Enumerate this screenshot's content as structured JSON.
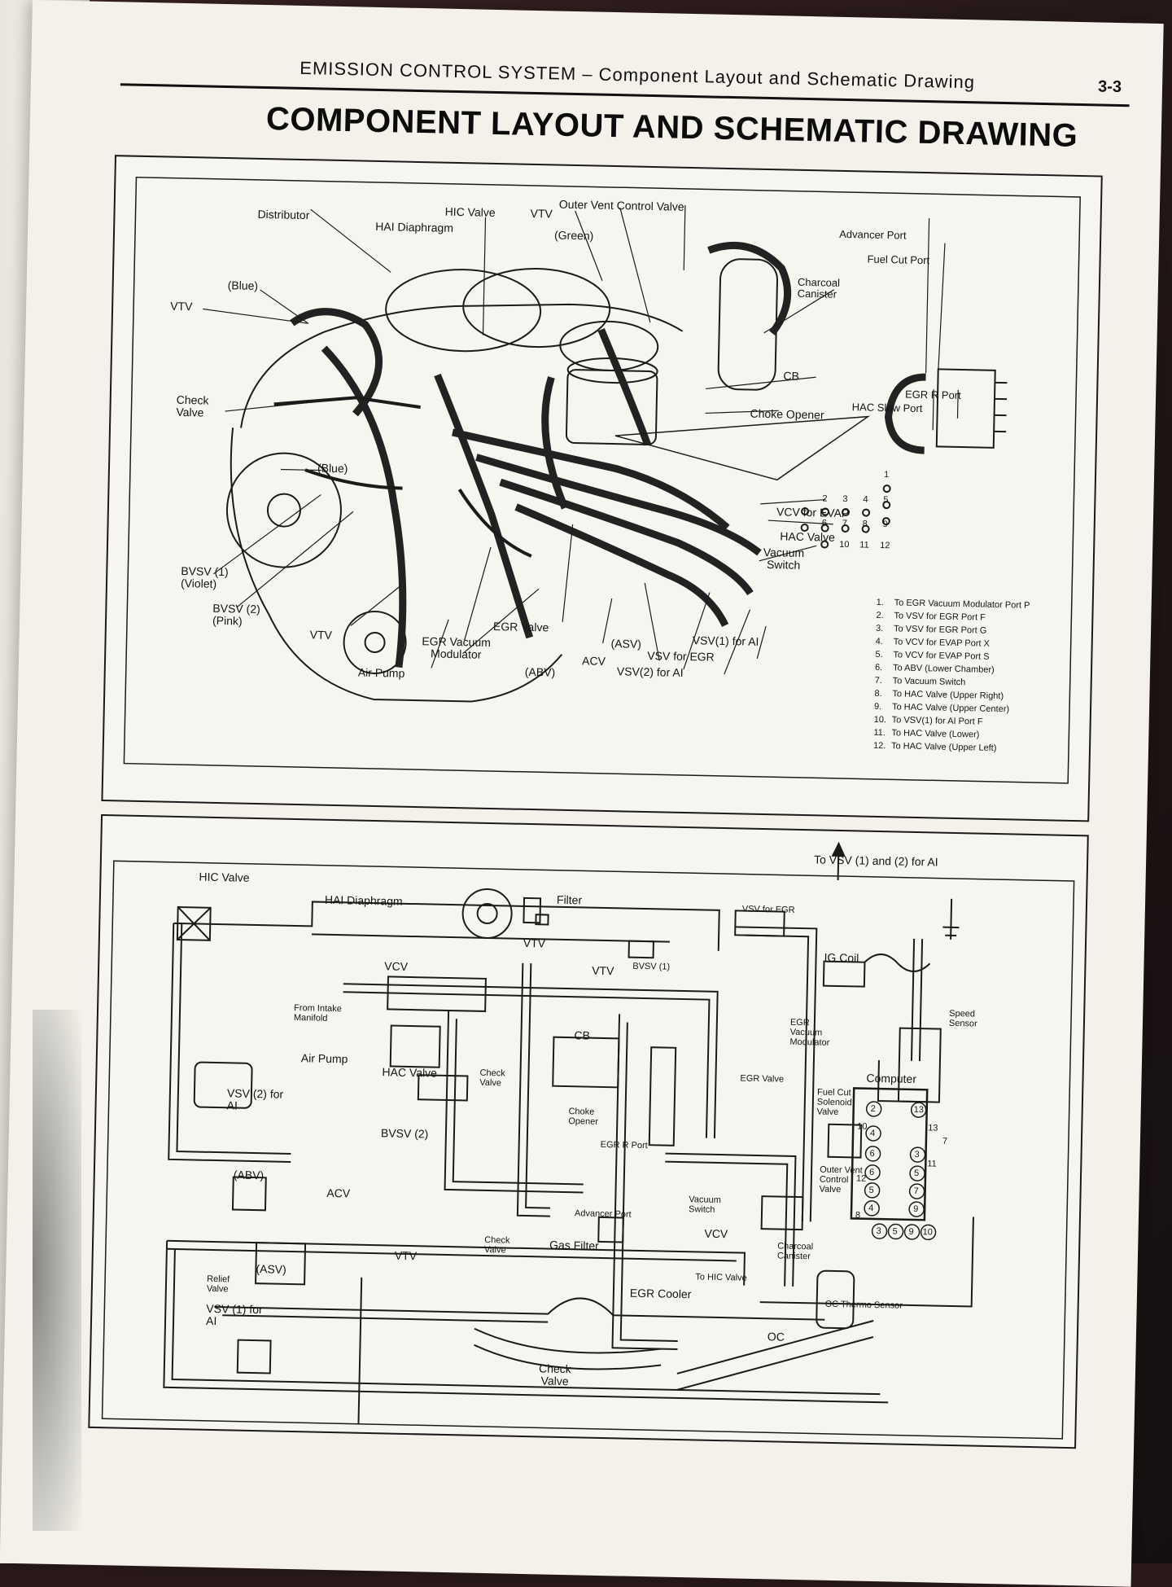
{
  "header": {
    "running_head": "EMISSION CONTROL SYSTEM – Component Layout and Schematic Drawing",
    "page_number": "3-3",
    "title": "COMPONENT LAYOUT AND SCHEMATIC DRAWING"
  },
  "layout_diagram": {
    "labels": {
      "distributor": "Distributor",
      "hic_valve": "HIC Valve",
      "vtv_top": "VTV",
      "outer_vent": "Outer Vent Control Valve",
      "hai_diaphragm": "HAI Diaphragm",
      "green": "(Green)",
      "advancer_port": "Advancer Port",
      "fuel_cut_port": "Fuel Cut Port",
      "blue_top": "(Blue)",
      "charcoal_canister": "Charcoal Canister",
      "vtv_left": "VTV",
      "cb": "CB",
      "egr_r_port": "EGR R Port",
      "hac_slow_port": "HAC Slow Port",
      "check_valve": "Check Valve",
      "choke_opener": "Choke Opener",
      "blue_mid": "(Blue)",
      "vcv_evap": "VCV for EVAP",
      "hac_valve": "HAC Valve",
      "vacuum_switch": "Vacuum Switch",
      "bvsv1": "BVSV (1) (Violet)",
      "bvsv2": "BVSV (2) (Pink)",
      "vtv_bottom": "VTV",
      "egr_vac_mod": "EGR Vacuum Modulator",
      "egr_valve": "EGR Valve",
      "asv": "(ASV)",
      "acv": "ACV",
      "abv": "(ABV)",
      "air_pump": "Air Pump",
      "vsv_egr": "VSV for EGR",
      "vsv2_ai": "VSV(2) for AI",
      "vsv1_ai": "VSV(1) for AI"
    },
    "port_numbers": [
      "1",
      "2",
      "3",
      "4",
      "5",
      "6",
      "7",
      "8",
      "9",
      "10",
      "11",
      "12"
    ],
    "legend": [
      {
        "num": "1.",
        "text": "To EGR Vacuum Modulator Port P"
      },
      {
        "num": "2.",
        "text": "To VSV for EGR Port F"
      },
      {
        "num": "3.",
        "text": "To VSV for EGR Port G"
      },
      {
        "num": "4.",
        "text": "To VCV for EVAP Port X"
      },
      {
        "num": "5.",
        "text": "To VCV for EVAP Port S"
      },
      {
        "num": "6.",
        "text": "To ABV (Lower Chamber)"
      },
      {
        "num": "7.",
        "text": "To Vacuum Switch"
      },
      {
        "num": "8.",
        "text": "To HAC Valve (Upper Right)"
      },
      {
        "num": "9.",
        "text": "To HAC Valve (Upper Center)"
      },
      {
        "num": "10.",
        "text": "To VSV(1) for AI Port F"
      },
      {
        "num": "11.",
        "text": "To HAC Valve (Lower)"
      },
      {
        "num": "12.",
        "text": "To HAC Valve (Upper Left)"
      }
    ]
  },
  "schematic": {
    "labels": {
      "to_vsv": "To VSV (1) and (2) for AI",
      "hic_valve": "HIC Valve",
      "hai_diaphragm": "HAI Diaphragm",
      "filter": "Filter",
      "vsv_egr": "VSV for EGR",
      "vtv_a": "VTV",
      "vcv": "VCV",
      "from_intake": "From Intake Manifold",
      "vtv_b": "VTV",
      "bvsv1": "BVSV (1)",
      "ig_coil": "IG Coil",
      "speed_sensor": "Speed Sensor",
      "air_pump": "Air Pump",
      "cb": "CB",
      "egr_vac_mod": "EGR Vacuum Modulator",
      "computer": "Computer",
      "hac_valve": "HAC Valve",
      "check_valve_a": "Check Valve",
      "egr_valve": "EGR Valve",
      "fuel_cut": "Fuel Cut Solenoid Valve",
      "vsv2_ai": "VSV (2) for AI",
      "choke_opener": "Choke Opener",
      "bvsv2": "BVSV (2)",
      "egr_r_port": "EGR R Port",
      "outer_vent": "Outer Vent Control Valve",
      "abv": "(ABV)",
      "acv": "ACV",
      "advancer_port": "Advancer Port",
      "vacuum_switch": "Vacuum Switch",
      "vcv_b": "VCV",
      "gas_filter": "Gas Filter",
      "check_valve_b": "Check Valve",
      "vtv_c": "VTV",
      "charcoal_canister": "Charcoal Canister",
      "relief_valve": "Relief Valve",
      "asv": "(ASV)",
      "to_hic": "To HIC Valve",
      "egr_cooler": "EGR Cooler",
      "oc_thermo": "OC Thermo Sensor",
      "vsv1_ai": "VSV (1) for AI",
      "oc": "OC",
      "check_valve_c": "Check Valve"
    },
    "computer_pins_left": [
      "2",
      "4",
      "6",
      "6",
      "5",
      "4",
      "10",
      "12",
      "8"
    ],
    "computer_pins_right": [
      "13",
      "3",
      "5",
      "7",
      "9",
      "13",
      "11",
      "7"
    ],
    "computer_pins_bottom": [
      "3",
      "5",
      "9",
      "10"
    ]
  },
  "colors": {
    "ink": "#151515",
    "paper": "#f3f1ea",
    "background": "#2a1a1a"
  }
}
